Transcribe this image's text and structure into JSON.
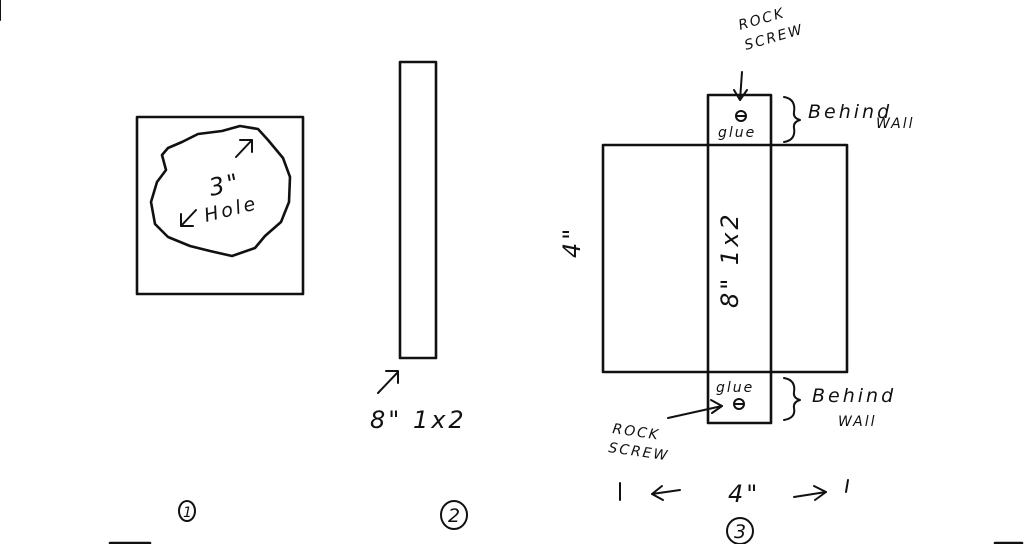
{
  "figure1": {
    "hole_dimension": "3\"",
    "hole_label": "Hole",
    "number": "1"
  },
  "figure2": {
    "board_label": "8\" 1x2",
    "number": "2"
  },
  "figure3": {
    "top_screw_label_line1": "ROCK",
    "top_screw_label_line2": "SCREW",
    "top_glue_label": "glue",
    "top_behind_line1": "Behind",
    "top_behind_line2": "WAll",
    "side_dimension": "4\"",
    "board_label": "8\" 1x2",
    "bottom_glue_label": "glue",
    "bottom_screw_label_line1": "ROCK",
    "bottom_screw_label_line2": "SCREW",
    "bottom_behind_line1": "Behind",
    "bottom_behind_line2": "WAll",
    "width_dimension": "4\"",
    "number": "3"
  }
}
